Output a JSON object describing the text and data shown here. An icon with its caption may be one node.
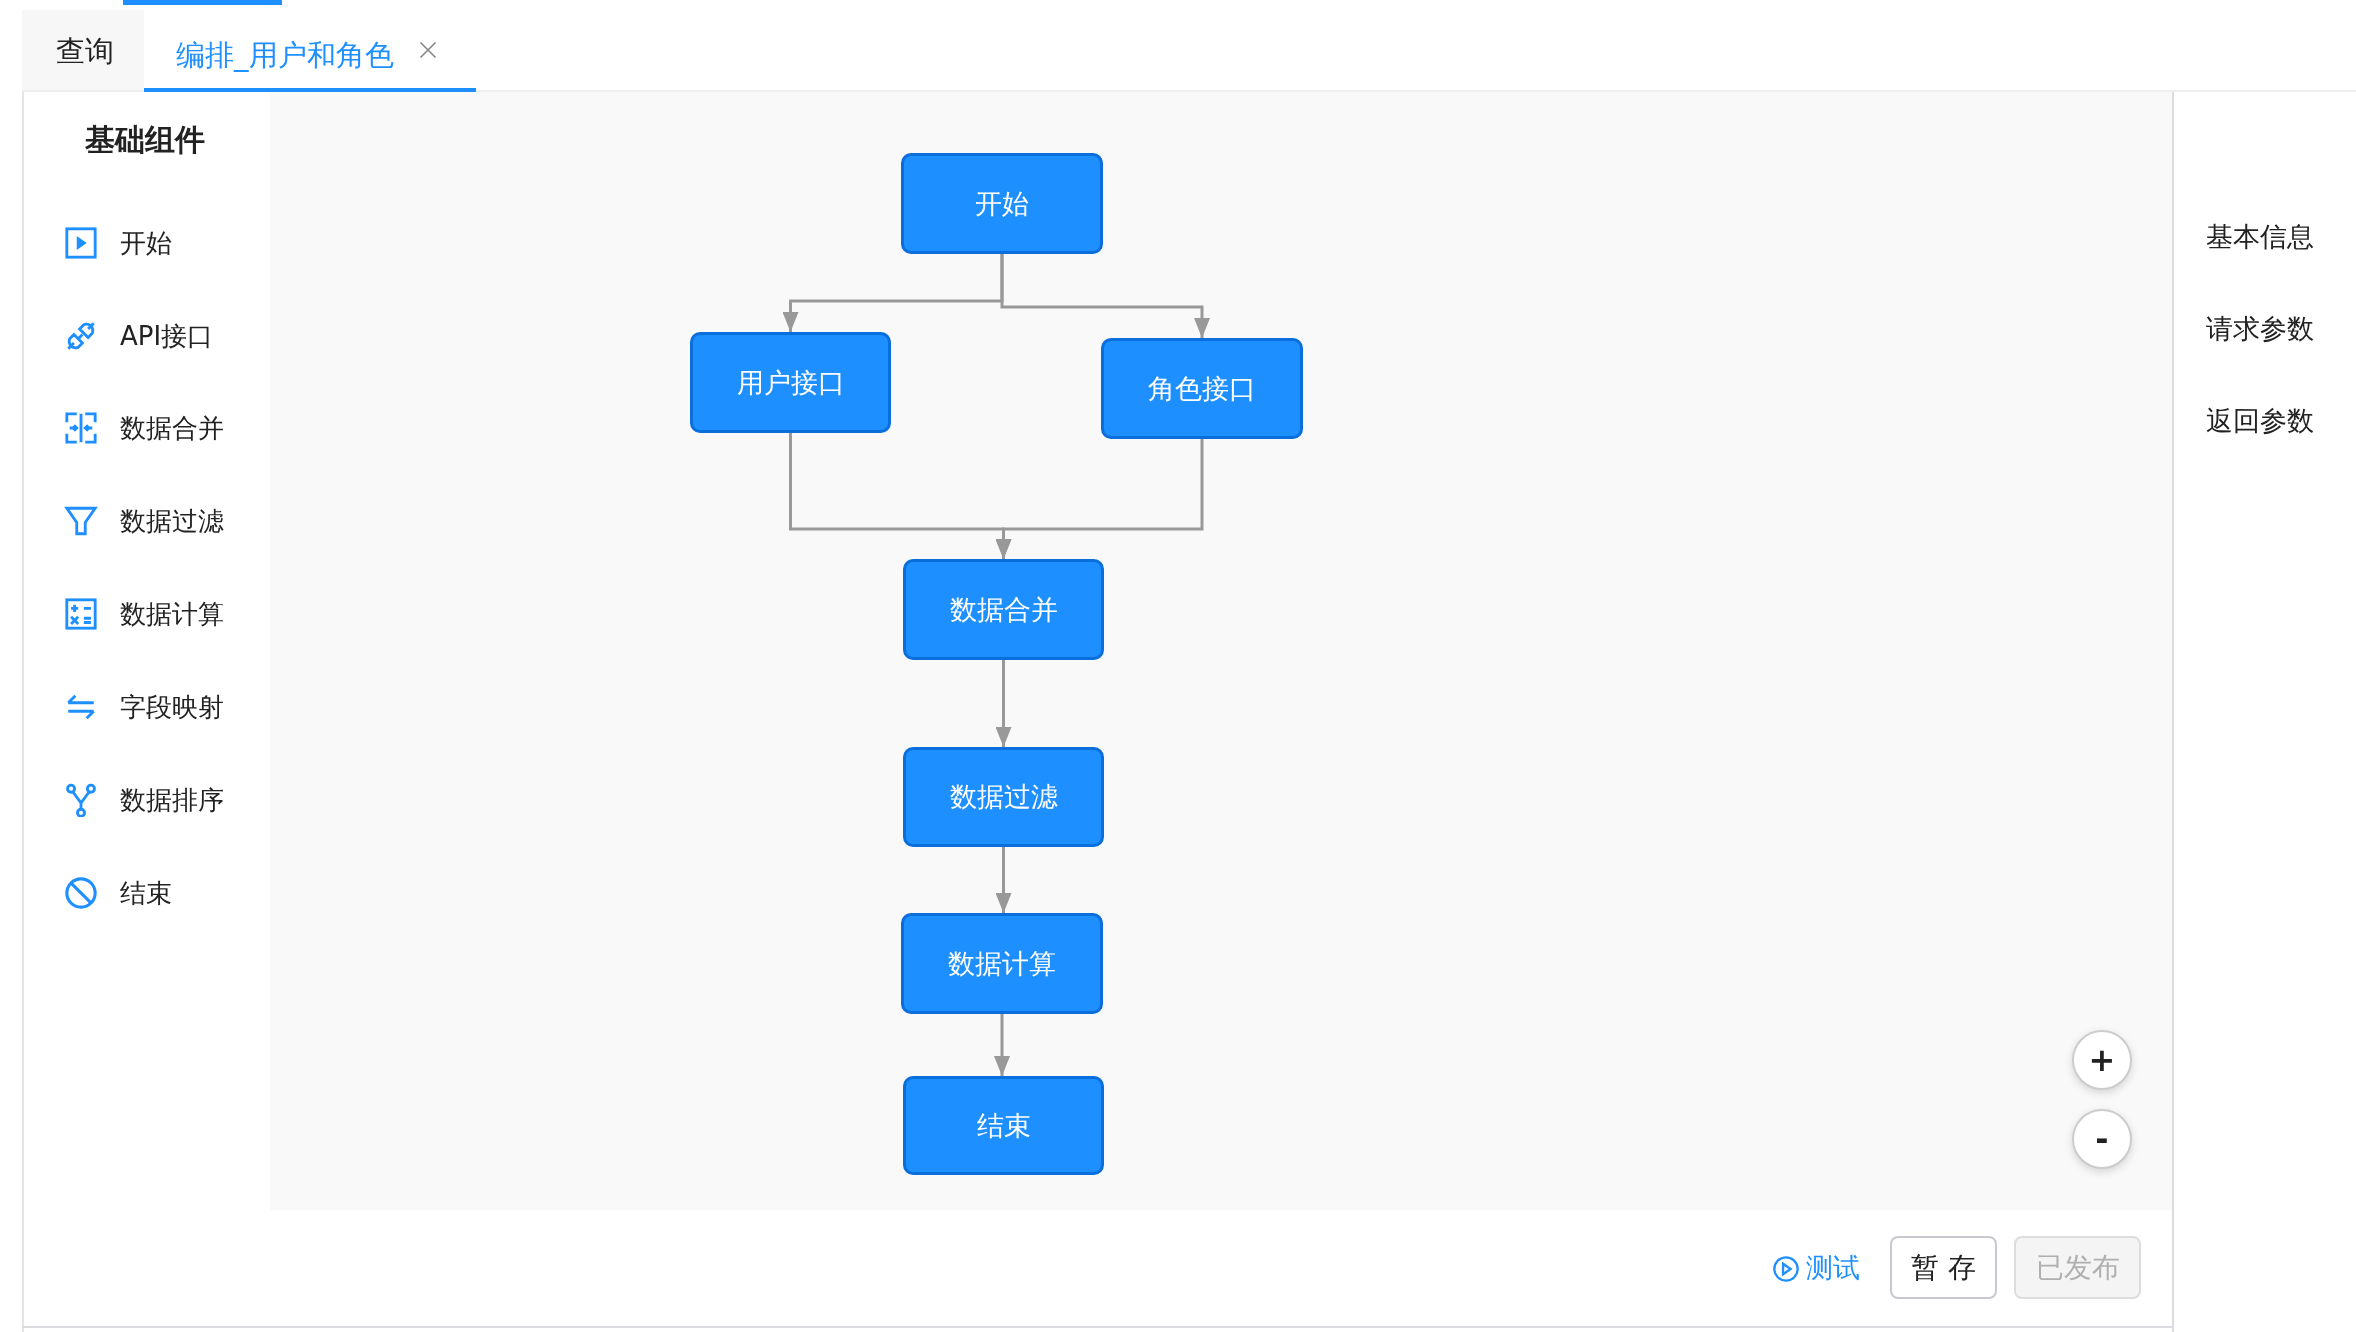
{
  "diagram": {
    "nodes": [
      {
        "text": [
          "开始"
        ]
      },
      {
        "text": [
          "用户接口"
        ]
      },
      {
        "text": [
          "角色接口"
        ]
      },
      {
        "text": [
          "数据合并"
        ]
      },
      {
        "text": [
          "数据过滤"
        ]
      },
      {
        "text": [
          "数据计算"
        ]
      },
      {
        "text": [
          "结束"
        ]
      }
    ],
    "edges": [
      {
        "from": 0,
        "to": 1,
        "arrow": "to"
      },
      {
        "from": 0,
        "to": 2,
        "arrow": "to"
      },
      {
        "from": 1,
        "to": 3,
        "arrow": "to"
      },
      {
        "from": 2,
        "to": 3,
        "arrow": "to"
      },
      {
        "from": 3,
        "to": 4,
        "arrow": "to"
      },
      {
        "from": 4,
        "to": 5,
        "arrow": "to"
      },
      {
        "from": 5,
        "to": 6,
        "arrow": "to"
      }
    ],
    "labels": [
      "查询",
      "编排_用户和角色",
      "基础组件",
      "开始",
      "API接口",
      "数据合并",
      "数据过滤",
      "数据计算",
      "字段映射",
      "数据排序",
      "结束",
      "基本信息",
      "请求参数",
      "返回参数",
      "+",
      "-",
      "测试",
      "暂 存",
      "已发布"
    ]
  }
}
